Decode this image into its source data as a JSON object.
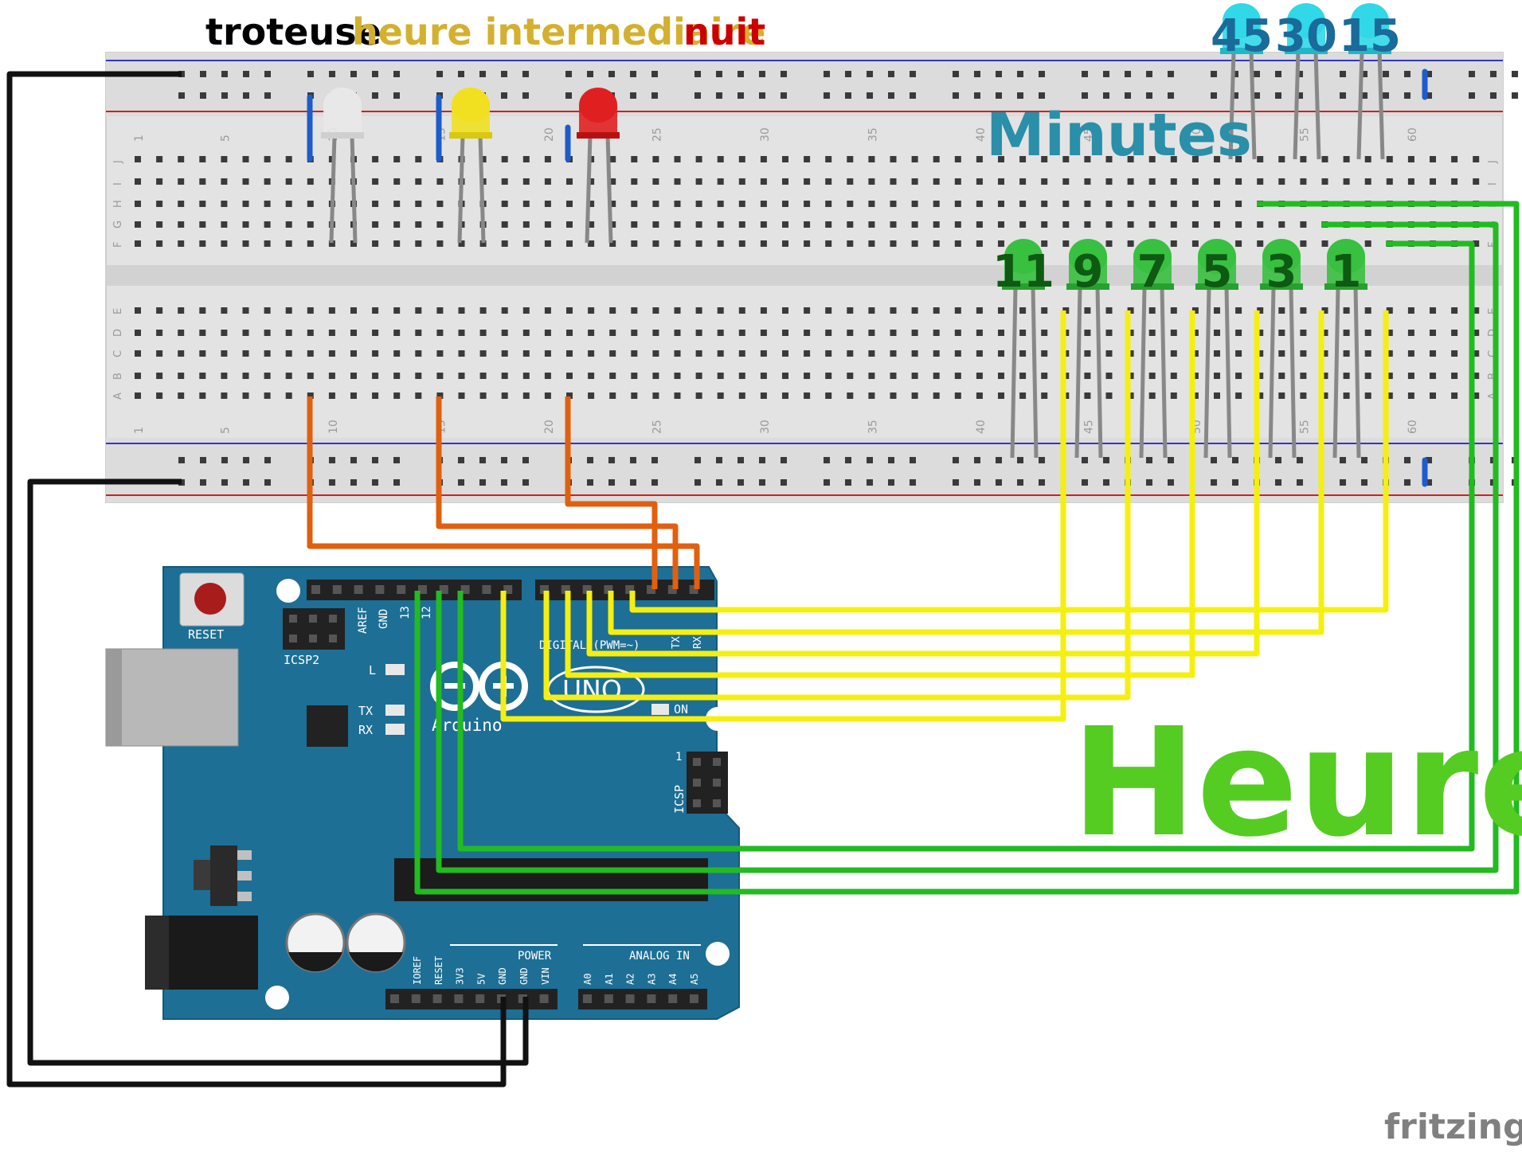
{
  "legend": {
    "troteuse": "troteuse",
    "heure_intermediaire": "heure intermediaire",
    "nuit": "nuit",
    "colors": {
      "troteuse": "#000000",
      "heure_intermediaire": "#d4b030",
      "nuit": "#cc0000"
    }
  },
  "labels": {
    "minutes": "Minutes",
    "heure": "Heure",
    "fritzing": "fritzing"
  },
  "minute_leds": [
    "45",
    "30",
    "15"
  ],
  "hour_leds": [
    "11",
    "9",
    "7",
    "5",
    "3",
    "1"
  ],
  "breadboard": {
    "column_numbers": [
      "1",
      "5",
      "10",
      "15",
      "20",
      "25",
      "30",
      "35",
      "40",
      "45",
      "50",
      "55",
      "60"
    ],
    "row_letters_top": [
      "J",
      "I",
      "H",
      "G",
      "F"
    ],
    "row_letters_bottom": [
      "E",
      "D",
      "C",
      "B",
      "A"
    ]
  },
  "arduino": {
    "reset": "RESET",
    "icsp2": "ICSP2",
    "icsp": "ICSP",
    "aref": "AREF",
    "gnd": "GND",
    "pin13": "13",
    "pin12": "12",
    "digital": "DIGITAL (PWM=~)",
    "tx_pin": "TX",
    "rx_pin": "RX",
    "led_l": "L",
    "led_tx": "TX",
    "led_rx": "RX",
    "on": "ON",
    "uno": "UNO",
    "brand": "Arduino",
    "power": "POWER",
    "analog_in": "ANALOG IN",
    "power_pins": [
      "IOREF",
      "RESET",
      "3V3",
      "5V",
      "GND",
      "GND",
      "VIN"
    ],
    "analog_pins": [
      "A0",
      "A1",
      "A2",
      "A3",
      "A4",
      "A5"
    ],
    "icsp_one": "1"
  },
  "colors": {
    "board": "#1d6f95",
    "breadboard": "#e6e6e6",
    "wire_orange": "#e06010",
    "wire_yellow": "#f5ef10",
    "wire_green": "#22bb22",
    "minutes_text": "#2a8fa8",
    "heure_text": "#55cc22",
    "led_green": "#38c040",
    "led_blue": "#30d8e8"
  }
}
